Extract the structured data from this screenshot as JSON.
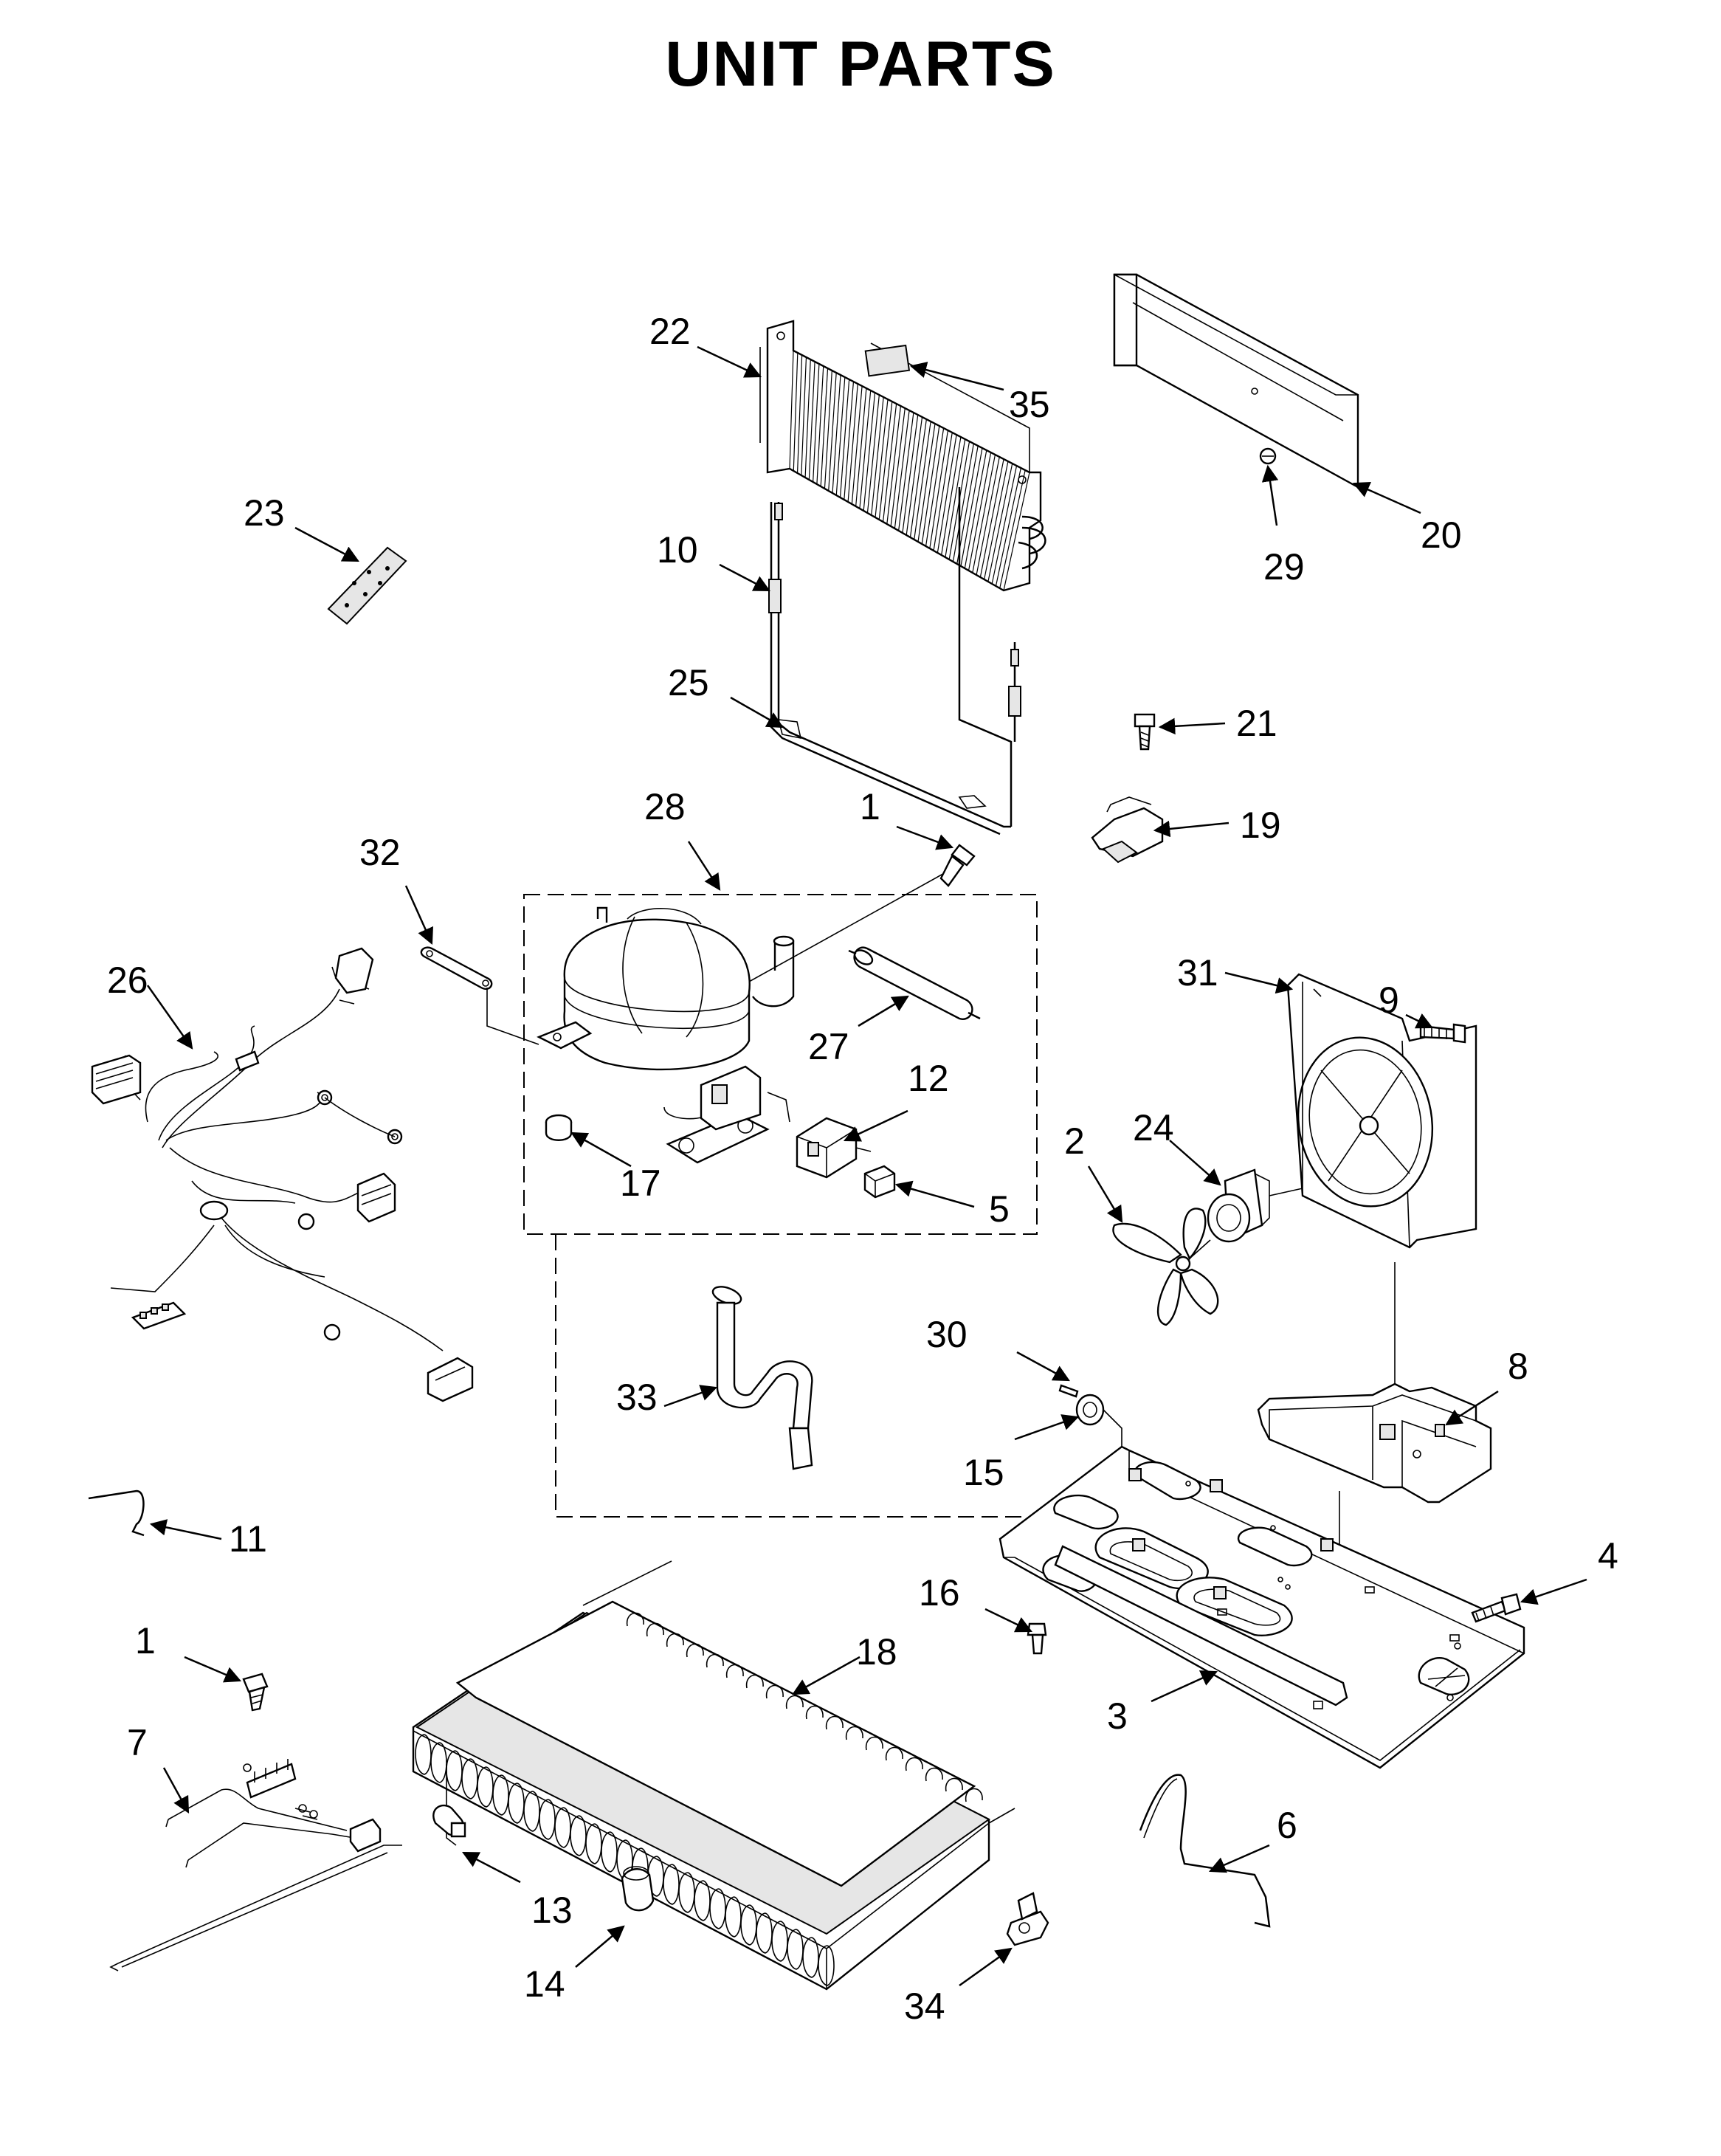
{
  "title": "UNIT PARTS",
  "callouts": {
    "c1a": "1",
    "c1b": "1",
    "c2": "2",
    "c3": "3",
    "c4": "4",
    "c5": "5",
    "c6": "6",
    "c7": "7",
    "c8": "8",
    "c9": "9",
    "c10": "10",
    "c11": "11",
    "c12": "12",
    "c13": "13",
    "c14": "14",
    "c15": "15",
    "c16": "16",
    "c17": "17",
    "c18": "18",
    "c19": "19",
    "c20": "20",
    "c21": "21",
    "c22": "22",
    "c23": "23",
    "c24": "24",
    "c25": "25",
    "c26": "26",
    "c27": "27",
    "c28": "28",
    "c29": "29",
    "c30": "30",
    "c31": "31",
    "c32": "32",
    "c33": "33",
    "c34": "34",
    "c35": "35"
  }
}
